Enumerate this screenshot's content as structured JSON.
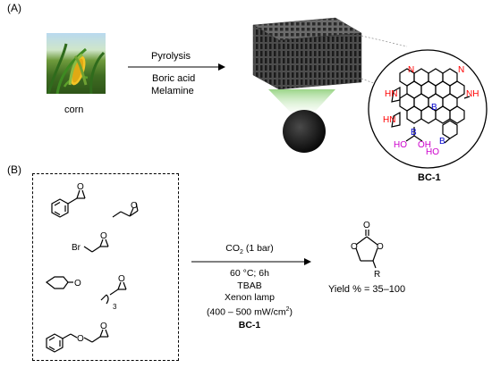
{
  "panel_a": {
    "label": "(A)",
    "source_label": "corn",
    "arrow_top": "Pyrolysis",
    "arrow_bottom_1": "Boric acid",
    "arrow_bottom_2": "Melamine",
    "product_label": "BC-1",
    "structure_atoms": {
      "n_red": "N",
      "hn_1": "HN",
      "nh_1": "NH",
      "hn_2": "HN",
      "b_center": "B",
      "b_1": "B",
      "b_2": "B",
      "ho_1": "HO",
      "oh_1": "OH",
      "ho_2": "HO"
    },
    "colors": {
      "nitrogen": "#ff0000",
      "boron": "#0000cc",
      "hydroxyl": "#cc00cc"
    }
  },
  "panel_b": {
    "label": "(B)",
    "substrate_atoms": {
      "o": "O",
      "br": "Br",
      "sub3": "3"
    },
    "reagent_1": "CO",
    "reagent_1_sub": "2",
    "reagent_1_rest": " (1 bar)",
    "condition_1": "60 °C; 6h",
    "condition_2": "TBAB",
    "condition_3": "Xenon lamp",
    "condition_4": "(400 – 500 mW/cm",
    "condition_4_sup": "2",
    "condition_4_end": ")",
    "catalyst": "BC-1",
    "product_atoms": {
      "o": "O",
      "r": "R"
    },
    "yield": "Yield % = 35–100"
  }
}
